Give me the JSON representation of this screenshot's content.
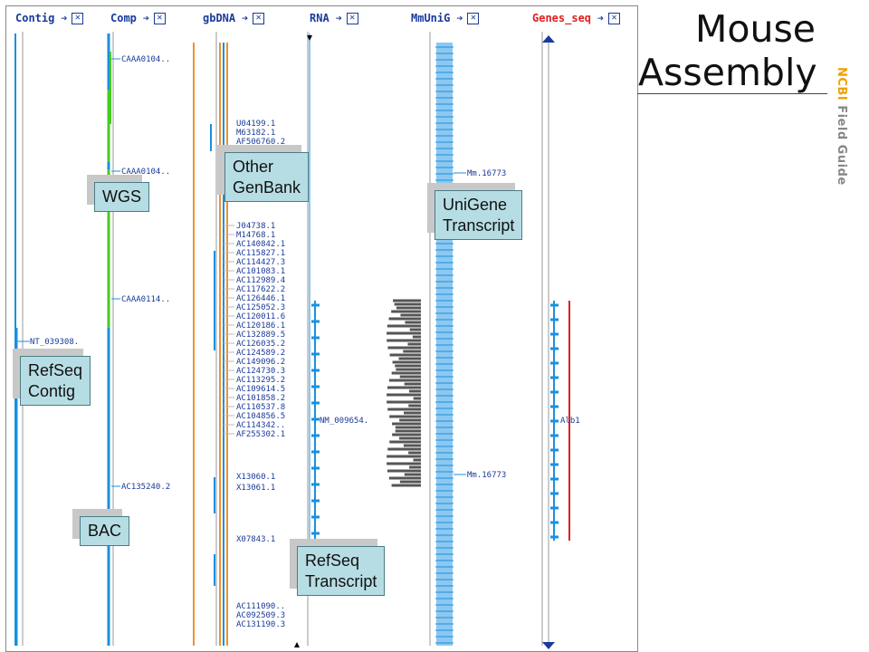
{
  "title": {
    "line1": "Mouse",
    "line2": "Assembly"
  },
  "brand": {
    "org": "NCBI",
    "guide": "Field Guide",
    "org_color": "#f0a000",
    "guide_color": "#888888"
  },
  "columns": [
    {
      "id": "contig",
      "label": "Contig",
      "color": "#1a3a9a"
    },
    {
      "id": "comp",
      "label": "Comp",
      "color": "#1a3a9a"
    },
    {
      "id": "gbdna",
      "label": "gbDNA",
      "color": "#1a3a9a"
    },
    {
      "id": "rna",
      "label": "RNA",
      "color": "#1a3a9a"
    },
    {
      "id": "mmunig",
      "label": "MmUniG",
      "color": "#1a3a9a"
    },
    {
      "id": "genes",
      "label": "Genes_seq",
      "color": "#e02020"
    }
  ],
  "labels": {
    "contig": [
      "NT_039308."
    ],
    "comp": [
      "CAAA0104..",
      "CAAA0104..",
      "CAAA0114..",
      "AC135240.2"
    ],
    "gbdna_top": [
      "U04199.1",
      "M63182.1",
      "AF506760.2"
    ],
    "gbdna_mid": [
      "J04738.1",
      "M14768.1",
      "AC140842.1",
      "AC115827.1",
      "AC114427.3",
      "AC101083.1",
      "AC112989.4",
      "AC117622.2",
      "AC126446.1",
      "AC125052.3",
      "AC120011.6",
      "AC120186.1",
      "AC132889.5",
      "AC126035.2",
      "AC124589.2",
      "AC149096.2",
      "AC124730.3",
      "AC113295.2",
      "AC109614.5",
      "AC101858.2",
      "AC110537.8",
      "AC104856.5",
      "AC114342..",
      "AF255302.1"
    ],
    "gbdna_low": [
      "X13060.1",
      "X13061.1",
      "X07843.1"
    ],
    "gbdna_bottom": [
      "AC111090..",
      "AC092509.3",
      "AC131190.3"
    ],
    "rna": [
      "NM_009654."
    ],
    "unigene": [
      "Mm.16773",
      "Mm.16773"
    ],
    "genes": [
      "Alb1"
    ]
  },
  "callouts": {
    "wgs": "WGS",
    "other_genbank": [
      "Other",
      "GenBank"
    ],
    "unigene_transcript": [
      "UniGene",
      "Transcript"
    ],
    "refseq_contig": [
      "RefSeq",
      "Contig"
    ],
    "bac": "BAC",
    "refseq_transcript": [
      "RefSeq",
      "Transcript"
    ]
  },
  "colors": {
    "blue_track": "#1a90e0",
    "green_track": "#44cc22",
    "orange_track": "#f09030",
    "red_track": "#e02020",
    "gray_axis": "#999999",
    "dark_bars": "#555555",
    "label_text": "#1a3a9a"
  }
}
